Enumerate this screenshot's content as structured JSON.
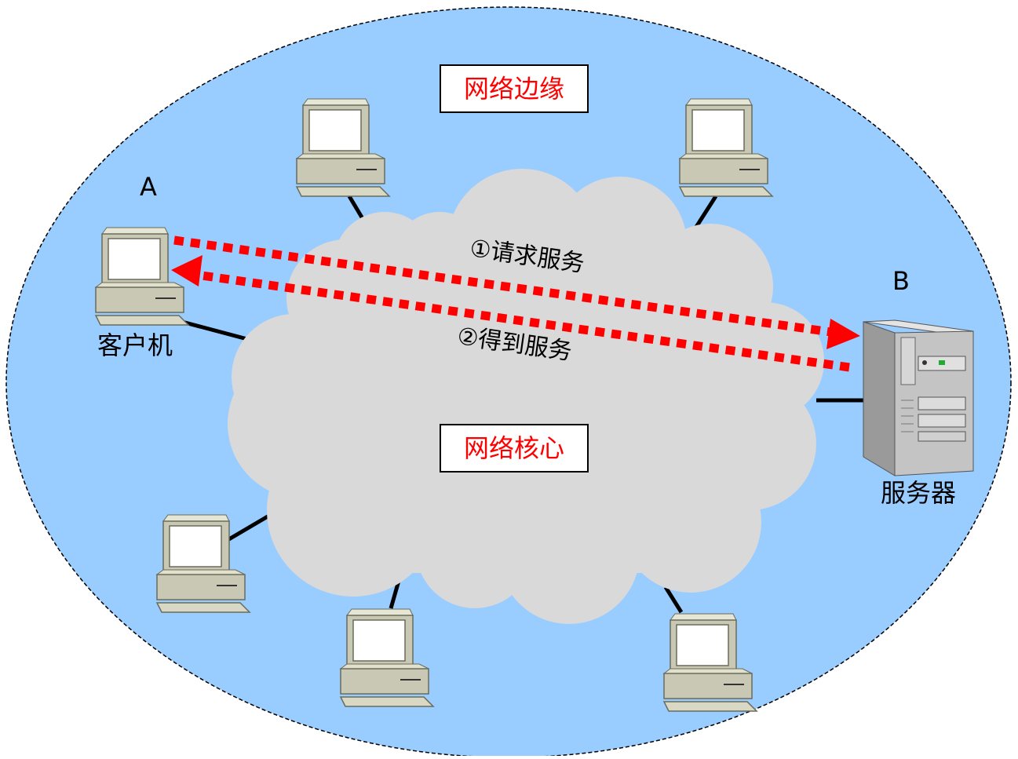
{
  "regions": {
    "edge": "网络边缘",
    "core": "网络核心"
  },
  "nodes": {
    "client_letter": "A",
    "client_label": "客户机",
    "server_letter": "B",
    "server_label": "服务器"
  },
  "flows": {
    "request": "①请求服务",
    "response": "②得到服务"
  },
  "colors": {
    "edge_fill": "#99ccff",
    "cloud_fill": "#d9d9d9",
    "arrow": "#ff0000",
    "computer_body": "#c8c8b4",
    "server_body": "#bdbdbd"
  }
}
